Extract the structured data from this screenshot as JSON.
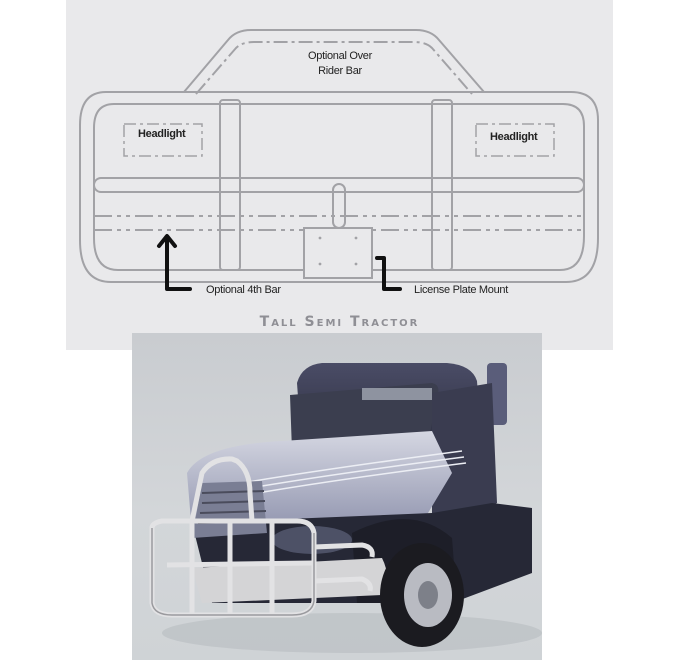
{
  "diagram": {
    "title": "Tall Semi Tractor",
    "labels": {
      "over_rider_bar_line1": "Optional Over",
      "over_rider_bar_line2": "Rider Bar",
      "headlight_left": "Headlight",
      "headlight_right": "Headlight",
      "fourth_bar": "Optional 4th Bar",
      "license_plate": "License Plate Mount"
    },
    "colors": {
      "background": "#e9e9eb",
      "outline": "#9a9a9e",
      "arrow": "#111111",
      "title": "#8f8f95"
    }
  },
  "photo": {
    "subject": "Semi truck with chrome grille guard",
    "colors": {
      "background": "#cfd3d6",
      "cab": "#3b3d55",
      "guard": "#d8d8d8"
    }
  }
}
